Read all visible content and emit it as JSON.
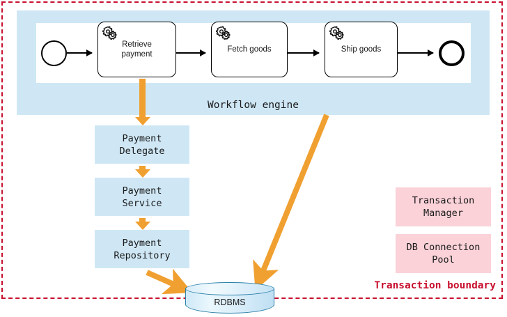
{
  "diagram": {
    "title": "Transaction boundary",
    "boundary_label": "Transaction boundary",
    "boundary_color": "#c8102e"
  },
  "workflow_engine": {
    "label": "Workflow engine",
    "panel_color": "#cfe7f5",
    "inner_color": "#ffffff",
    "events": {
      "start": {
        "name": "start-event",
        "label": ""
      },
      "end": {
        "name": "end-event",
        "label": ""
      }
    },
    "tasks": [
      {
        "label": "Retrieve\npayment",
        "marker": "service-task-gear-icon"
      },
      {
        "label": "Fetch goods",
        "marker": "service-task-gear-icon"
      },
      {
        "label": "Ship goods",
        "marker": "service-task-gear-icon"
      }
    ]
  },
  "layers": {
    "color": "#cfe7f5",
    "boxes": [
      {
        "label": "Payment\nDelegate"
      },
      {
        "label": "Payment\nService"
      },
      {
        "label": "Payment\nRepository"
      }
    ]
  },
  "infrastructure": {
    "color": "#fad2d8",
    "boxes": [
      {
        "label": "Transaction\nManager"
      },
      {
        "label": "DB Connection\nPool"
      }
    ]
  },
  "datastore": {
    "label": "RDBMS",
    "fill": "#d7ecf9",
    "stroke": "#2a7fa8"
  },
  "arrows": {
    "color": "#f0a030",
    "items": [
      {
        "name": "engine-to-payment-delegate"
      },
      {
        "name": "payment-delegate-to-payment-service"
      },
      {
        "name": "payment-service-to-payment-repository"
      },
      {
        "name": "payment-repository-to-rdbms"
      },
      {
        "name": "engine-to-rdbms"
      }
    ]
  }
}
